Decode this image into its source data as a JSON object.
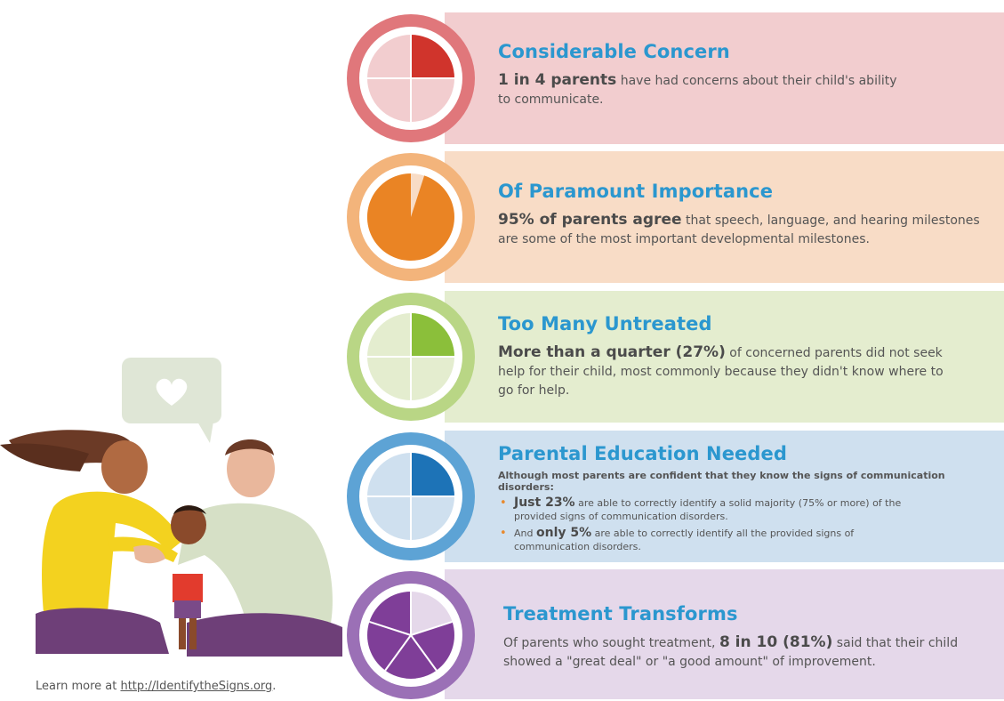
{
  "colors": {
    "title": "#2b97cf",
    "band_red": "#f2cdcf",
    "band_orange": "#f8dcc6",
    "band_green": "#e4edcf",
    "band_blue": "#cfe0ef",
    "band_purple": "#e5d8ea"
  },
  "sections": [
    {
      "title": "Considerable Concern",
      "bold": "1 in 4 parents",
      "text": " have had concerns about their child's ability to communicate.",
      "icon": "quarter-pie-icon",
      "fraction": 0.25
    },
    {
      "title": "Of Paramount Importance",
      "bold": "95% of parents agree",
      "text": " that speech, language, and hearing milestones are some of the most important developmental milestones.",
      "icon": "pie-95-icon",
      "fraction": 0.95
    },
    {
      "title": "Too Many Untreated",
      "bold": "More than a quarter (27%)",
      "text": " of concerned parents did not seek help for their child, most commonly because they didn't know where to go for help.",
      "icon": "quarter-pie-icon",
      "fraction": 0.27
    },
    {
      "title": "Parental Education Needed",
      "intro": "Although most parents are confident that they know the signs of communication disorders:",
      "bullets": [
        {
          "pre": "",
          "bold": "Just 23%",
          "text": " are able to correctly identify a solid majority (75% or more) of the provided signs of communication disorders."
        },
        {
          "pre": "And ",
          "bold": "only 5%",
          "text": " are able to correctly identify all the provided signs of communication disorders."
        }
      ],
      "icon": "quarter-pie-icon",
      "fraction": 0.23
    },
    {
      "title": "Treatment Transforms",
      "pre": "Of parents who sought treatment, ",
      "bold": "8 in 10 (81%)",
      "text": " said that their child showed a \"great deal\" or \"a good amount\" of improvement.",
      "icon": "five-slice-pie-icon",
      "fraction": 0.8
    }
  ],
  "footer": {
    "prefix": "Learn more at ",
    "link": "http://IdentifytheSigns.org",
    "suffix": "."
  }
}
